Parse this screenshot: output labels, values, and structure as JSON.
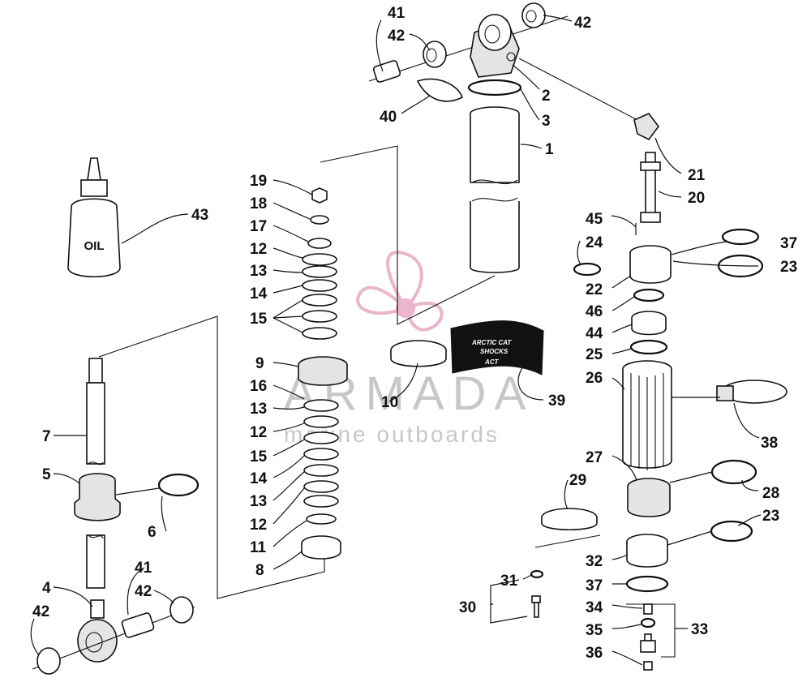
{
  "diagram": {
    "oil_bottle_label": "OIL",
    "decal_lines": [
      "ARCTIC CAT",
      "SHOCKS",
      "ACT"
    ],
    "watermark": {
      "brand": "ARMADA",
      "tagline": "marine outboards",
      "logo_icon": "propeller-logo-icon"
    },
    "callouts": [
      {
        "id": "c41a",
        "text": "41"
      },
      {
        "id": "c42a",
        "text": "42"
      },
      {
        "id": "c42b",
        "text": "42"
      },
      {
        "id": "c2",
        "text": "2"
      },
      {
        "id": "c40",
        "text": "40"
      },
      {
        "id": "c3",
        "text": "3"
      },
      {
        "id": "c1",
        "text": "1"
      },
      {
        "id": "c21",
        "text": "21"
      },
      {
        "id": "c20",
        "text": "20"
      },
      {
        "id": "c45",
        "text": "45"
      },
      {
        "id": "c24",
        "text": "24"
      },
      {
        "id": "c37a",
        "text": "37"
      },
      {
        "id": "c23a",
        "text": "23"
      },
      {
        "id": "c22",
        "text": "22"
      },
      {
        "id": "c46",
        "text": "46"
      },
      {
        "id": "c44",
        "text": "44"
      },
      {
        "id": "c25",
        "text": "25"
      },
      {
        "id": "c26",
        "text": "26"
      },
      {
        "id": "c38",
        "text": "38"
      },
      {
        "id": "c39",
        "text": "39"
      },
      {
        "id": "c27",
        "text": "27"
      },
      {
        "id": "c29",
        "text": "29"
      },
      {
        "id": "c28",
        "text": "28"
      },
      {
        "id": "c23b",
        "text": "23"
      },
      {
        "id": "c32",
        "text": "32"
      },
      {
        "id": "c31",
        "text": "31"
      },
      {
        "id": "c30",
        "text": "30"
      },
      {
        "id": "c37b",
        "text": "37"
      },
      {
        "id": "c34",
        "text": "34"
      },
      {
        "id": "c33",
        "text": "33"
      },
      {
        "id": "c35",
        "text": "35"
      },
      {
        "id": "c36",
        "text": "36"
      },
      {
        "id": "c43",
        "text": "43"
      },
      {
        "id": "c19",
        "text": "19"
      },
      {
        "id": "c18",
        "text": "18"
      },
      {
        "id": "c17",
        "text": "17"
      },
      {
        "id": "c12a",
        "text": "12"
      },
      {
        "id": "c13a",
        "text": "13"
      },
      {
        "id": "c14a",
        "text": "14"
      },
      {
        "id": "c15a",
        "text": "15"
      },
      {
        "id": "c9",
        "text": "9"
      },
      {
        "id": "c10",
        "text": "10"
      },
      {
        "id": "c16",
        "text": "16"
      },
      {
        "id": "c13b",
        "text": "13"
      },
      {
        "id": "c12b",
        "text": "12"
      },
      {
        "id": "c15b",
        "text": "15"
      },
      {
        "id": "c14b",
        "text": "14"
      },
      {
        "id": "c13c",
        "text": "13"
      },
      {
        "id": "c12c",
        "text": "12"
      },
      {
        "id": "c11",
        "text": "11"
      },
      {
        "id": "c8",
        "text": "8"
      },
      {
        "id": "c7",
        "text": "7"
      },
      {
        "id": "c5",
        "text": "5"
      },
      {
        "id": "c6",
        "text": "6"
      },
      {
        "id": "c4",
        "text": "4"
      },
      {
        "id": "c41b",
        "text": "41"
      },
      {
        "id": "c42c",
        "text": "42"
      },
      {
        "id": "c42d",
        "text": "42"
      }
    ]
  }
}
